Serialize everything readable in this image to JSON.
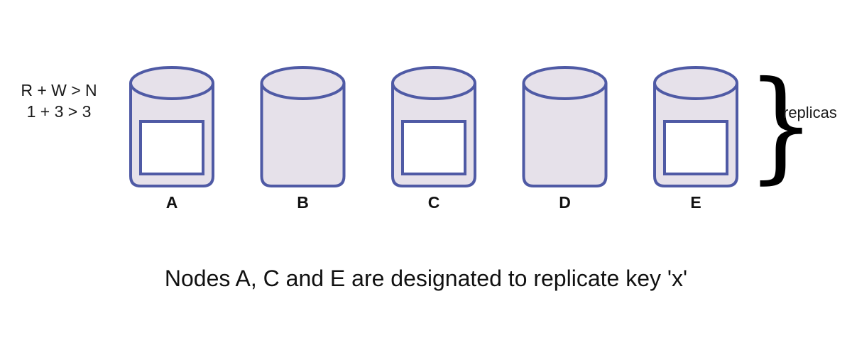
{
  "formula": {
    "line1": "R + W > N",
    "line2": "1 + 3 > 3"
  },
  "nodes": [
    {
      "label": "A",
      "has_key": true
    },
    {
      "label": "B",
      "has_key": false
    },
    {
      "label": "C",
      "has_key": true
    },
    {
      "label": "D",
      "has_key": false
    },
    {
      "label": "E",
      "has_key": true
    }
  ],
  "brace_label": "replicas",
  "caption": "Nodes A, C and E are designated to replicate key 'x'",
  "colors": {
    "node_fill": "#e6e1ea",
    "node_stroke": "#4f5aa5",
    "key_fill": "#ffffff"
  }
}
